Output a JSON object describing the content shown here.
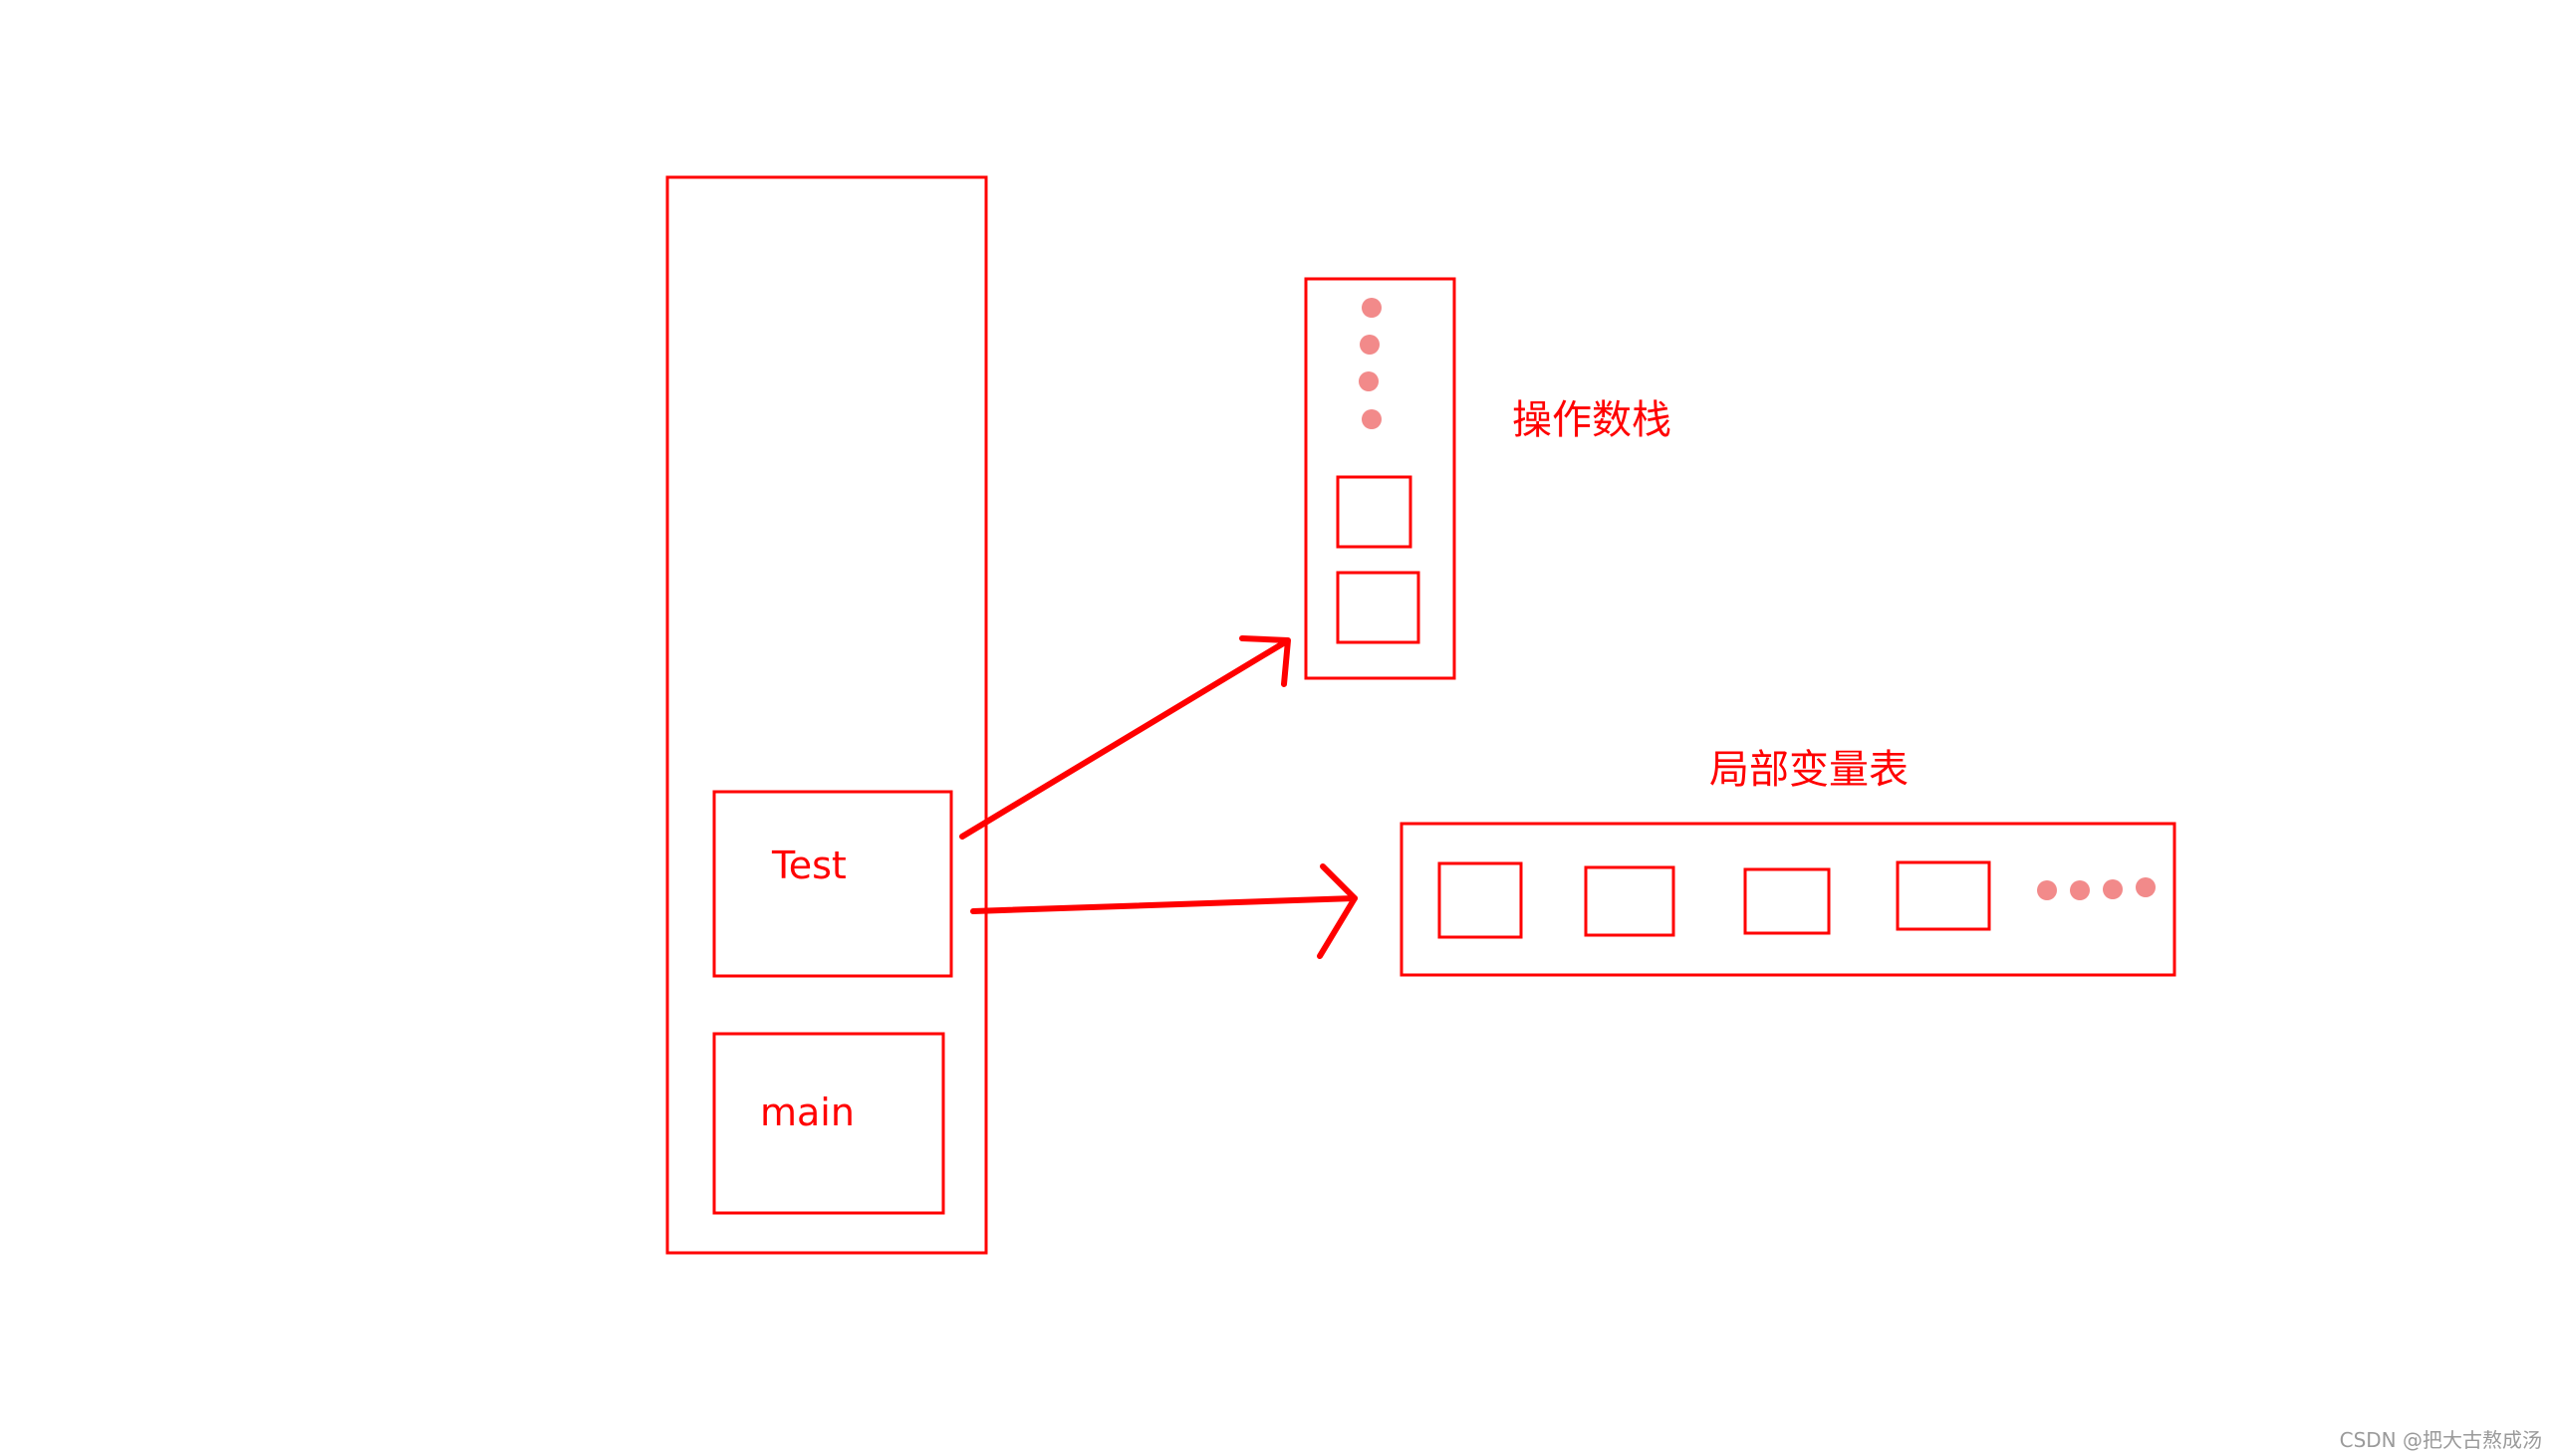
{
  "colors": {
    "stroke": "#ff0000",
    "dot": "#f28a8a",
    "watermark": "#9a9a9a",
    "background": "#ffffff"
  },
  "frames": {
    "test": "Test",
    "main": "main"
  },
  "labels": {
    "operand_stack": "操作数栈",
    "local_variables": "局部变量表"
  },
  "watermark": "CSDN @把大古熬成汤"
}
